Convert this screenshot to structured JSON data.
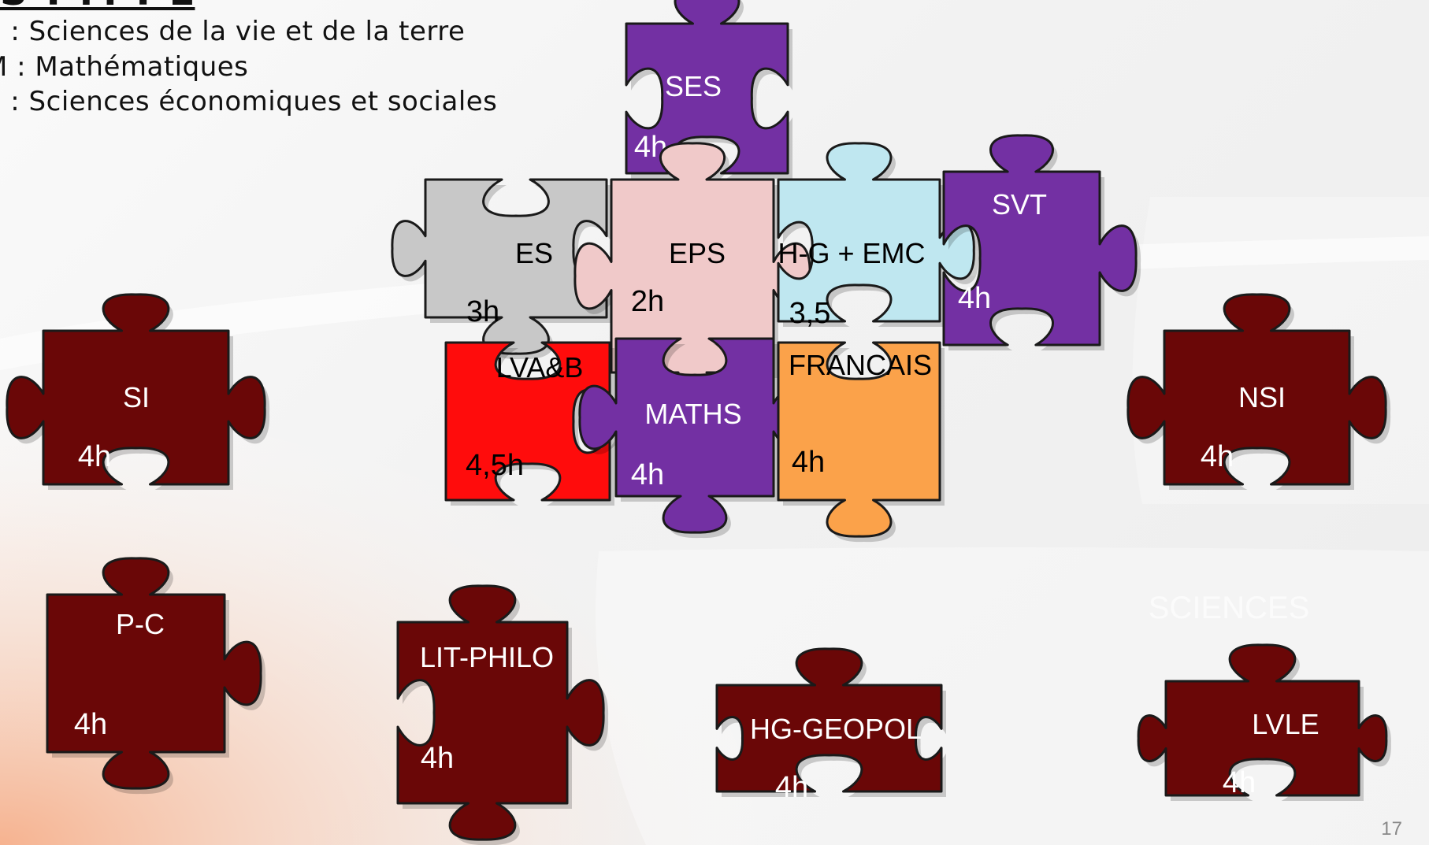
{
  "legend": {
    "heading": "S T M T E",
    "lines": [
      "S : Sciences de la vie et de la terre",
      "M : Mathématiques",
      "E : Sciences économiques et sociales"
    ]
  },
  "watermark": "SCIENCES",
  "page_number": "17",
  "colors": {
    "purple": "#7330a3",
    "pink": "#f0c9c9",
    "gray": "#c8c8c8",
    "light_blue": "#bfe7f0",
    "red": "#ff0c0c",
    "orange": "#fba24a",
    "dark_red": "#6a0707"
  },
  "pieces": [
    {
      "id": "ses",
      "label": "SES",
      "hours": "4h",
      "color": "#7330a3",
      "text_color": "#ffffff"
    },
    {
      "id": "es",
      "label": "ES",
      "hours": "3h",
      "color": "#c8c8c8",
      "text_color": "#000000"
    },
    {
      "id": "eps",
      "label": "EPS",
      "hours": "2h",
      "color": "#f0c9c9",
      "text_color": "#000000"
    },
    {
      "id": "hg-emc",
      "label": "H-G + EMC",
      "hours": "3,5",
      "color": "#bfe7f0",
      "text_color": "#000000"
    },
    {
      "id": "svt",
      "label": "SVT",
      "hours": "4h",
      "color": "#7330a3",
      "text_color": "#ffffff"
    },
    {
      "id": "lvab",
      "label": "LVA&B",
      "hours": "4,5h",
      "color": "#ff0c0c",
      "text_color": "#000000"
    },
    {
      "id": "maths",
      "label": "MATHS",
      "hours": "4h",
      "color": "#7330a3",
      "text_color": "#ffffff"
    },
    {
      "id": "francais",
      "label": "FRANCAIS",
      "hours": "4h",
      "color": "#fba24a",
      "text_color": "#000000"
    },
    {
      "id": "si",
      "label": "SI",
      "hours": "4h",
      "color": "#6a0707",
      "text_color": "#ffffff"
    },
    {
      "id": "nsi",
      "label": "NSI",
      "hours": "4h",
      "color": "#6a0707",
      "text_color": "#ffffff"
    },
    {
      "id": "pc",
      "label": "P-C",
      "hours": "4h",
      "color": "#6a0707",
      "text_color": "#ffffff"
    },
    {
      "id": "lit-philo",
      "label": "LIT-PHILO",
      "hours": "4h",
      "color": "#6a0707",
      "text_color": "#ffffff"
    },
    {
      "id": "hg-geopol",
      "label": "HG-GEOPOL",
      "hours": "4h",
      "color": "#6a0707",
      "text_color": "#ffffff"
    },
    {
      "id": "lvle",
      "label": "LVLE",
      "hours": "4h",
      "color": "#6a0707",
      "text_color": "#ffffff"
    }
  ]
}
